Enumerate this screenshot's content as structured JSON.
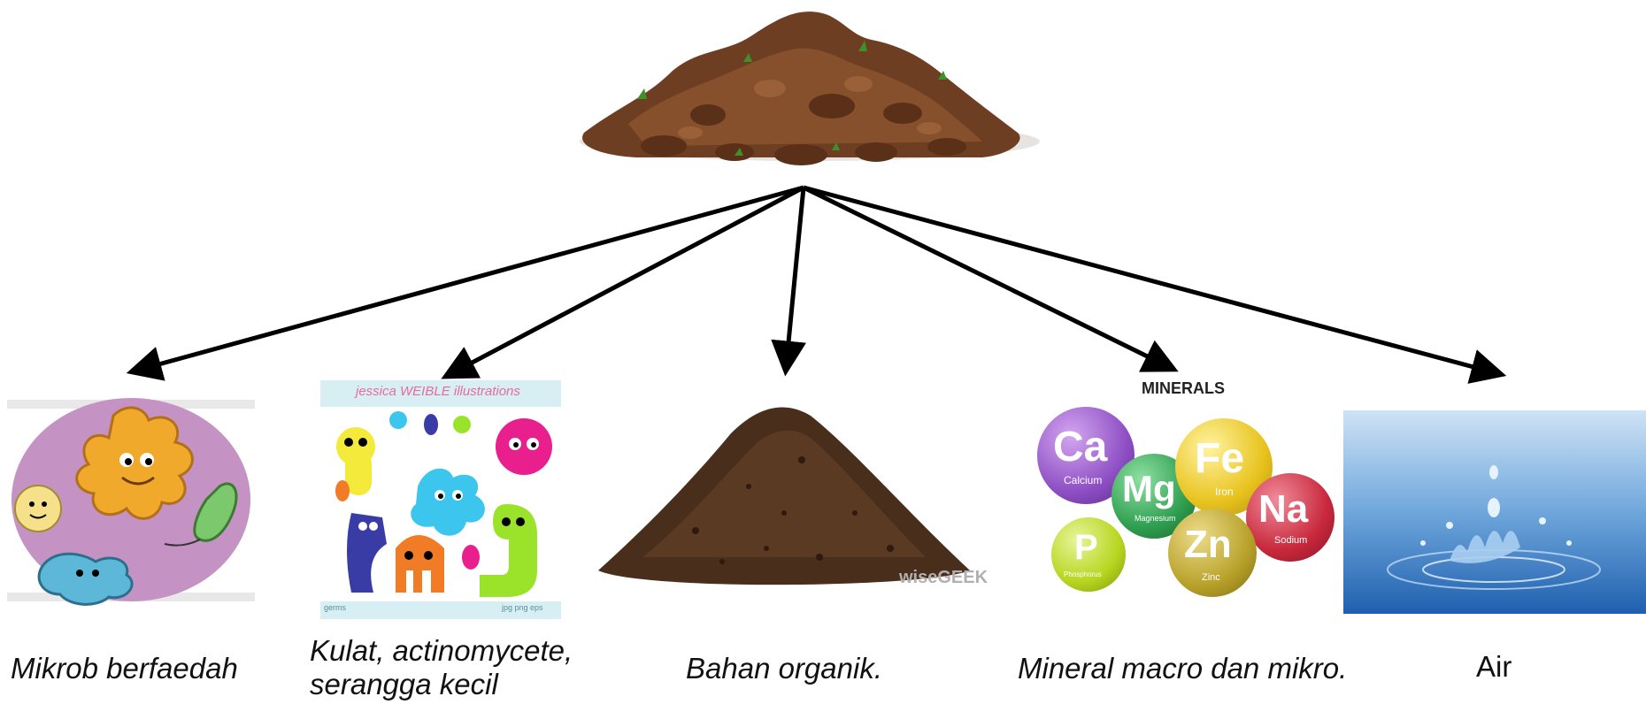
{
  "diagram": {
    "root": {
      "name": "soil-mound"
    },
    "children": [
      {
        "caption": "Mikrob berfaedah",
        "italic": true
      },
      {
        "caption_line1": "Kulat, actinomycete,",
        "caption_line2": "serangga kecil",
        "italic": true,
        "banner": "jessica WEIBLE illustrations",
        "tag_left": "germs",
        "tag_right": "jpg png eps"
      },
      {
        "caption": "Bahan organik.",
        "italic": true,
        "watermark": "wiseGEEK"
      },
      {
        "caption": "Mineral macro dan mikro.",
        "italic": true,
        "title": "MINERALS",
        "minerals": [
          {
            "symbol": "Ca",
            "name": "Calcium",
            "color": "#8e4fc4"
          },
          {
            "symbol": "Mg",
            "name": "Magnesium",
            "color": "#2e9e4f"
          },
          {
            "symbol": "Fe",
            "name": "Iron",
            "color": "#e8c21c"
          },
          {
            "symbol": "Na",
            "name": "Sodium",
            "color": "#c8283c"
          },
          {
            "symbol": "P",
            "name": "Phosphorus",
            "color": "#b6d51e"
          },
          {
            "symbol": "Zn",
            "name": "Zinc",
            "color": "#b8a12a"
          }
        ]
      },
      {
        "caption": "Air",
        "italic": false
      }
    ]
  }
}
